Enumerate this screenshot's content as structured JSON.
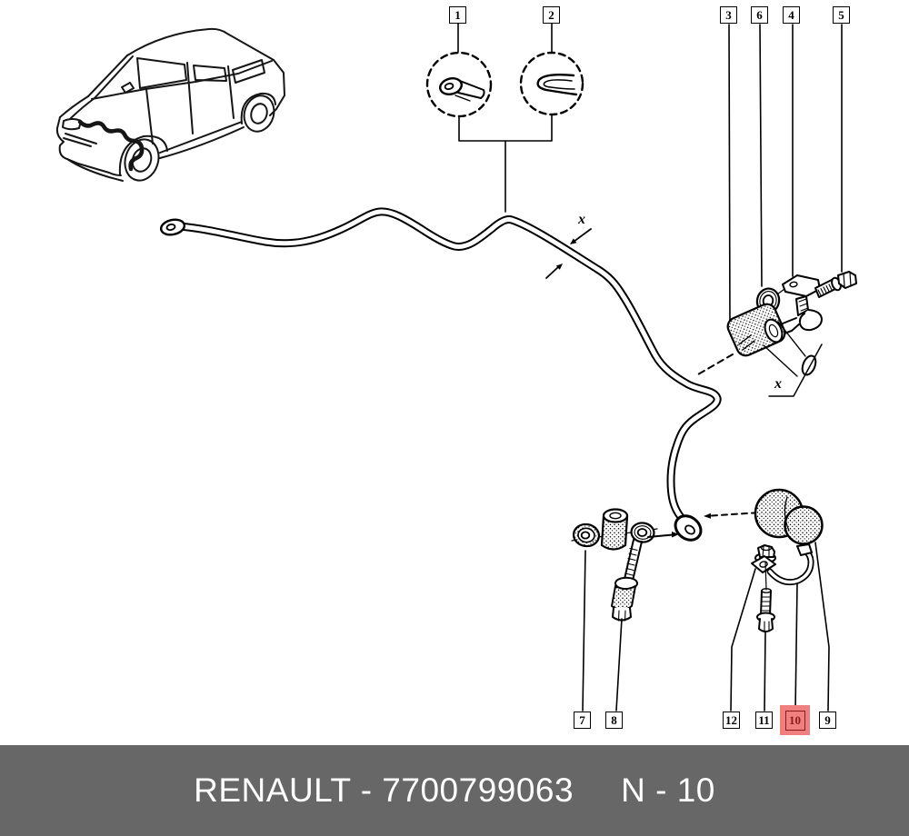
{
  "diagram": {
    "section_markers": {
      "upper_x": "x",
      "lower_x": "x"
    },
    "part_labels": [
      {
        "number": "1",
        "highlighted": false
      },
      {
        "number": "2",
        "highlighted": false
      },
      {
        "number": "3",
        "highlighted": false
      },
      {
        "number": "6",
        "highlighted": false
      },
      {
        "number": "4",
        "highlighted": false
      },
      {
        "number": "5",
        "highlighted": false
      },
      {
        "number": "7",
        "highlighted": false
      },
      {
        "number": "8",
        "highlighted": false
      },
      {
        "number": "12",
        "highlighted": false
      },
      {
        "number": "11",
        "highlighted": false
      },
      {
        "number": "10",
        "highlighted": true
      },
      {
        "number": "9",
        "highlighted": false
      }
    ]
  },
  "banner": {
    "brand_reference": "RENAULT - 7700799063",
    "page_code": "N - 10"
  },
  "colors": {
    "background": "#ffffff",
    "line": "#000000",
    "banner_background": "#676767",
    "banner_text": "#ffffff",
    "highlight_fill": "#f08080",
    "highlight_accent": "#8b1a1a"
  }
}
